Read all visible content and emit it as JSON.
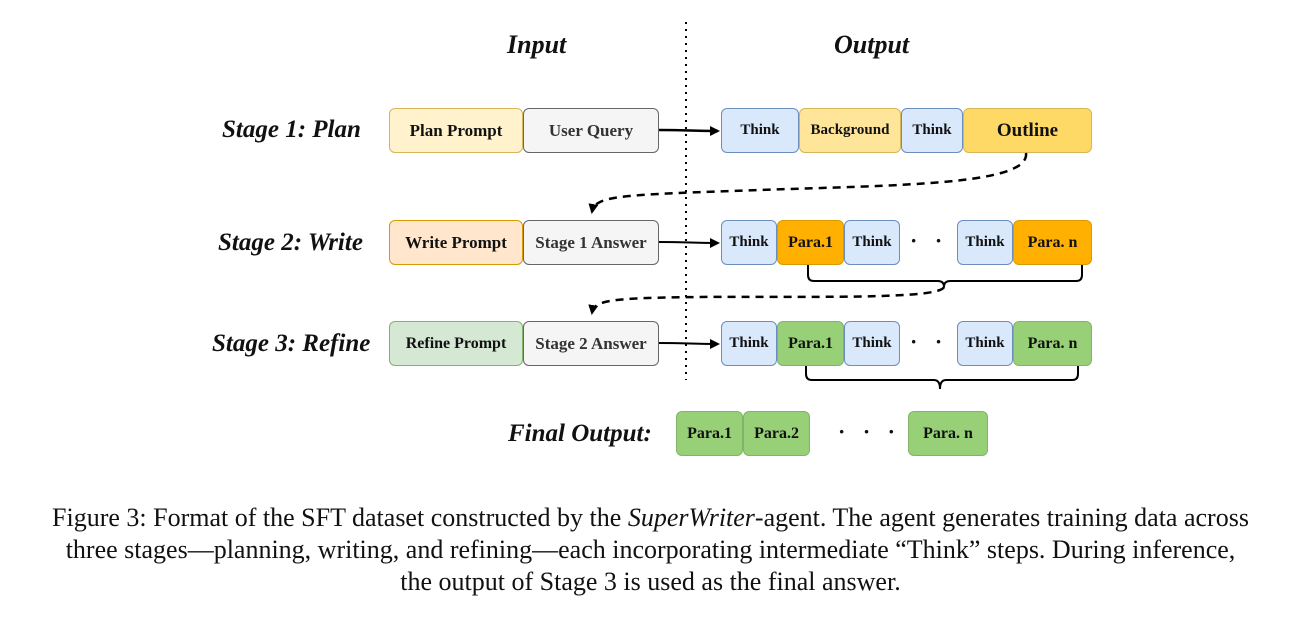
{
  "header": {
    "input": "Input",
    "output": "Output"
  },
  "stages": {
    "s1": {
      "label": "Stage 1: Plan",
      "prompt": "Plan Prompt",
      "answer": "User Query",
      "outputs": [
        "Think",
        "Background",
        "Think",
        "Outline"
      ]
    },
    "s2": {
      "label": "Stage 2: Write",
      "prompt": "Write Prompt",
      "answer": "Stage 1 Answer",
      "outputs": [
        "Think",
        "Para.1",
        "Think",
        "· · ·",
        "Think",
        "Para. n"
      ]
    },
    "s3": {
      "label": "Stage 3: Refine",
      "prompt": "Refine Prompt",
      "answer": "Stage 2 Answer",
      "outputs": [
        "Think",
        "Para.1",
        "Think",
        "· · ·",
        "Think",
        "Para. n"
      ]
    }
  },
  "final": {
    "label": "Final Output:",
    "items": [
      "Para.1",
      "Para.2",
      "· · ·",
      "Para. n"
    ]
  },
  "caption": {
    "prefix": "Figure 3: Format of the SFT dataset constructed by the ",
    "italic": "SuperWriter",
    "suffix": "-agent. The agent generates training data across three stages—planning, writing, and refining—each incorporating intermediate “Think” steps. During inference, the output of Stage 3 is used as the final answer."
  },
  "colors": {
    "plan_prompt": "#fff2cc",
    "user_query": "#f5f5f5",
    "think": "#dae8fc",
    "background": "#ffe599",
    "outline": "#ffd966",
    "write_prompt": "#ffe6cc",
    "para_orange": "#ffb000",
    "refine_prompt": "#d5e8d4",
    "para_green": "#97d077"
  }
}
